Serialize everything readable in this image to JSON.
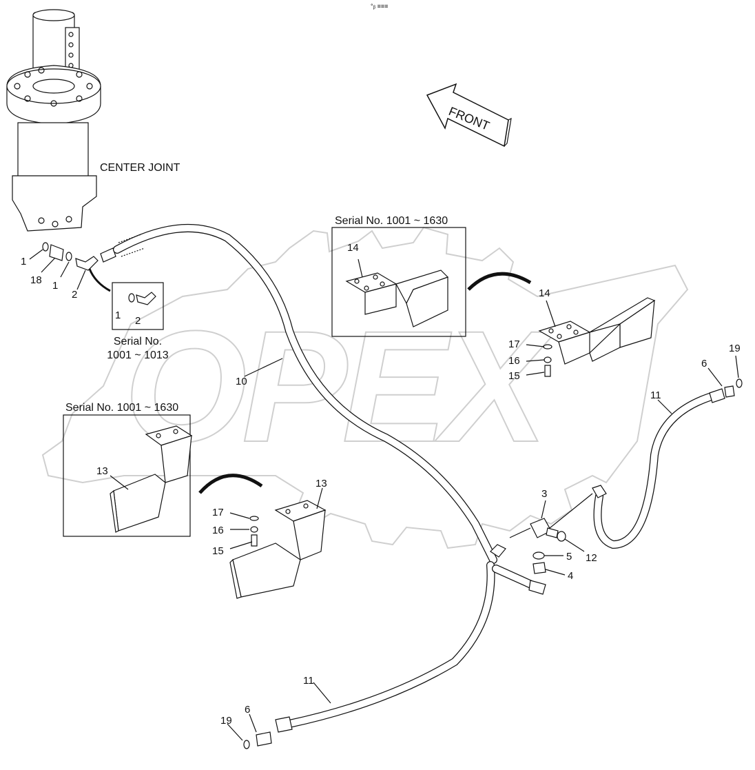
{
  "header": {
    "code": "°ᵦ ≡≡≡"
  },
  "watermark": {
    "text": "OPEX"
  },
  "labels": {
    "center_joint": "CENTER JOINT",
    "front": "FRONT",
    "serial_top": "Serial No. 1001 ~ 1630",
    "serial_left": "Serial No. 1001 ~ 1630",
    "serial_small_line1": "Serial No.",
    "serial_small_line2": "1001 ~ 1013"
  },
  "callouts": {
    "c1a": "1",
    "c18": "18",
    "c1b": "1",
    "c2": "2",
    "c1_inset": "1",
    "c2_inset": "2",
    "c10": "10",
    "c14_inset": "14",
    "c14": "14",
    "c17a": "17",
    "c16a": "16",
    "c15a": "15",
    "c19a": "19",
    "c6a": "6",
    "c11a": "11",
    "c13_inset": "13",
    "c13": "13",
    "c17b": "17",
    "c16b": "16",
    "c15b": "15",
    "c3": "3",
    "c5": "5",
    "c4": "4",
    "c12": "12",
    "c11b": "11",
    "c6b": "6",
    "c19b": "19"
  }
}
